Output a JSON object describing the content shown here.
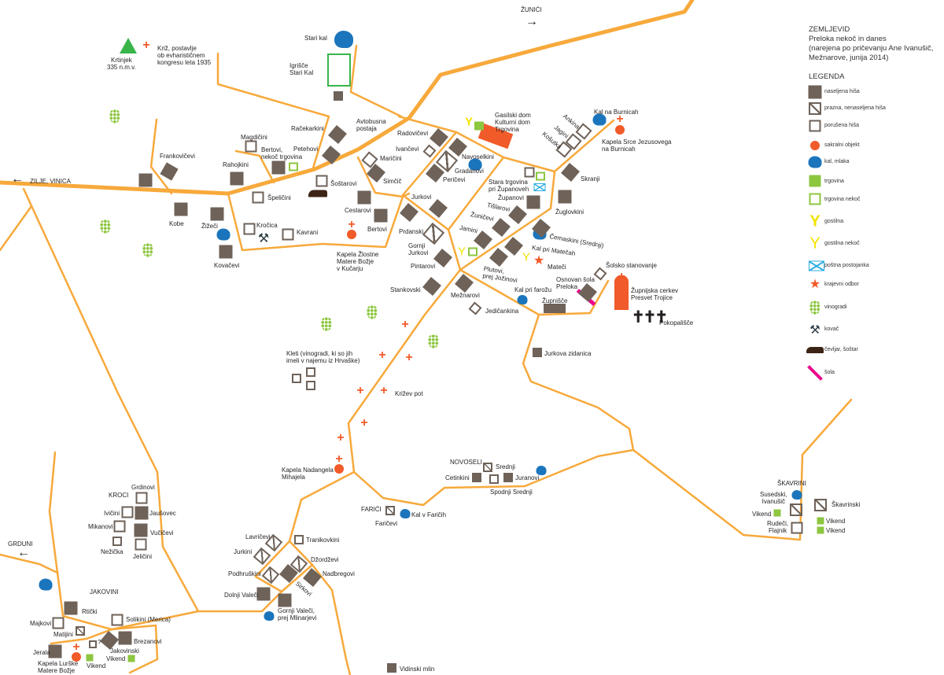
{
  "legend": {
    "title": "ZEMLJEVID\nPreloka nekoč in danes\n(narejena po pričevanju Ane Ivanušič,\nMežnarove, junija 2014)",
    "heading": "LEGENDA",
    "items": [
      "naseljena hiša",
      "prazna, nenaseljena hiša",
      "porušena hiša",
      "sakralni objekt",
      "kal, mlaka",
      "trgovina",
      "trgovina nekoč",
      "gostilna",
      "gostilna nekoč",
      "poštna postojanka",
      "krajevni odbor",
      "vinogradi",
      "kovač",
      "čevljar, šoštar",
      "šola"
    ]
  },
  "directions": [
    "ŽUNIĆI",
    "ZILJE, VINICA",
    "GRDUNI"
  ],
  "colors": {
    "road": "#f7a93b",
    "house": "#6e6259",
    "sacral": "#f15a29",
    "water": "#1b75bc",
    "shop": "#8dc63f",
    "inn": "#f2e300",
    "post": "#29abe2"
  },
  "labels": [
    "Krtinjek\n335 n.m.v.",
    "Križ, postavlje\nob evharističnem\nkongresu leta 1935",
    "Stari kal",
    "Igrišče\nStari Kal",
    "Avtobusna\npostaja",
    "Račekarkini",
    "Magdičini",
    "Bertovi,\nnekoč trgovina",
    "Petehovi",
    "Frankovičevi",
    "Rahojkini",
    "Šoštarovi",
    "Špeličini",
    "Cestarovi",
    "Bertovi",
    "Kobe",
    "Žižeči",
    "Kročica",
    "Kavrani",
    "Kapela Žlostne\nMatere Božje\nv Kučarju",
    "Kovačevi",
    "Radovičevi",
    "Ivančevi",
    "Maričini",
    "Navoselkini",
    "Gradanovi",
    "Simčič",
    "Peričevi",
    "Gasilski dom\nKulturni dom\nTrgovina",
    "Ankina",
    "Jagini",
    "Košutka",
    "Kal na Burnicah",
    "Kapela Srce Jezusovega\nna Burnicah",
    "Skranji",
    "Stara trgovina\npri Županoveh",
    "Županovi",
    "Tišlarovi",
    "Žuničevi",
    "Jamini",
    "Žuglovkini",
    "Jurkovi",
    "Prdanski",
    "Gornji\nJurkovi",
    "Pintarovi",
    "Čemaskini (Srednji)",
    "Kal pri Matečah",
    "Mateči",
    "Plutovi,\nprej Jožinovi",
    "Šolsko stanovanje",
    "Osnovan šola\nPreloka",
    "Kal pri farožu",
    "Župnijska cerkev\nPresvet Trojice",
    "Stankovski",
    "Mežnarovi",
    "Župnišče",
    "Jedičankina",
    "Pokopališče",
    "Kleti (vinogradi, ki so jih\nimeli v najemu iz Hrvaške)",
    "Križev pot",
    "Jurkova zidanica",
    "Kapela Nadangela\nMihajela",
    "NOVOSELI",
    "Srednji",
    "Cetinkini",
    "Juranovi",
    "Spodnji Srednji",
    "FARIĆI",
    "Kal v Faričih",
    "Faričevi",
    "KROCI",
    "Grdinovi",
    "Ivičini",
    "Jaušovec",
    "Mikanovi",
    "Vučičevi",
    "Nežička",
    "Jeličini",
    "JAKOVINI",
    "Rtički",
    "Majkovi",
    "Solikini (Merica)",
    "Matijini",
    "Brezanovi",
    "Jerala",
    "Jakovinski",
    "Kapela Lurške\nMatere Božje",
    "Vikend",
    "Vikend",
    "Lavričevi",
    "Tranikovkini",
    "Jurkini",
    "Džordževi",
    "Podhruškini",
    "Nadbregovi",
    "Sirkovi",
    "Dolnji Valeči",
    "Gornji Valeči,\nprej Mlinarjevi",
    "Vidinski mlin",
    "ŠKAVRINI",
    "Susedski,\nIvanušič",
    "Škavrinski",
    "Vikend",
    "Vikend",
    "Vikend",
    "Rudeči,\nFlajnik",
    "?"
  ]
}
